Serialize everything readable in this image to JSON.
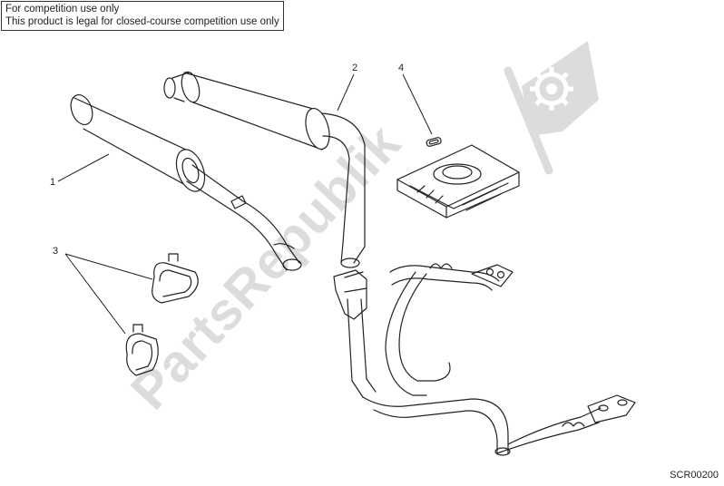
{
  "notice": {
    "line1": "For competition use only",
    "line2": "This product is legal for closed-course competition use only"
  },
  "callouts": {
    "c1": "1",
    "c2": "2",
    "c3": "3",
    "c4": "4"
  },
  "watermark": {
    "text": "PartsRepublik",
    "icon": "gear-icon"
  },
  "drawing_code": "SCR00200",
  "colors": {
    "line": "#222222",
    "watermark": "#d9d9d9"
  }
}
